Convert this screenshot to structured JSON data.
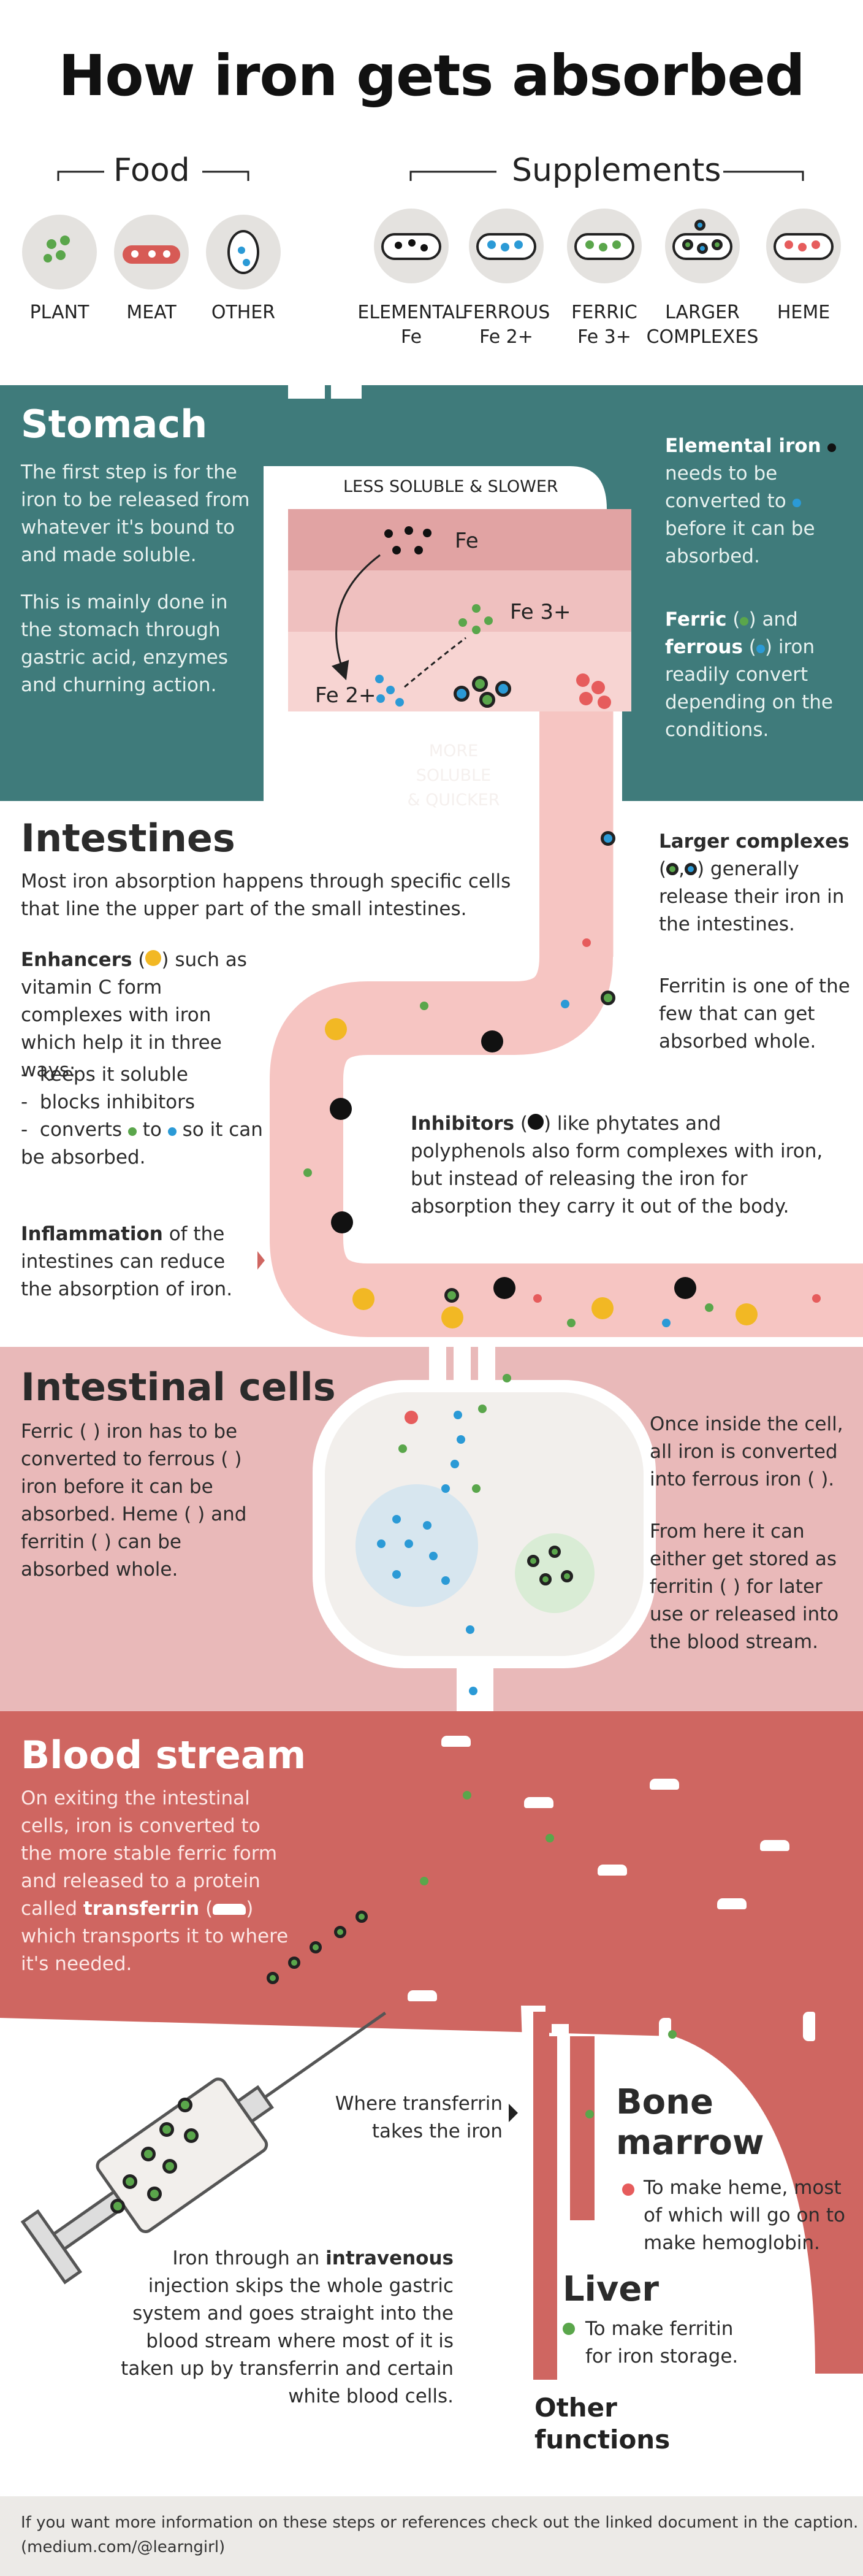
{
  "title": "How iron gets absorbed",
  "headers": {
    "food": "Food",
    "supplements": "Supplements"
  },
  "food_items": [
    {
      "label": "PLANT",
      "icon": "plant-icon"
    },
    {
      "label": "MEAT",
      "icon": "meat-icon"
    },
    {
      "label": "OTHER",
      "icon": "drop-icon"
    }
  ],
  "supplement_items": [
    {
      "label1": "ELEMENTAL",
      "label2": "Fe",
      "icon": "pill-black-dots-icon"
    },
    {
      "label1": "FERROUS",
      "label2": "Fe 2+",
      "icon": "pill-blue-dots-icon"
    },
    {
      "label1": "FERRIC",
      "label2": "Fe 3+",
      "icon": "pill-green-dots-icon"
    },
    {
      "label1": "LARGER",
      "label2": "COMPLEXES",
      "icon": "pill-complex-icon"
    },
    {
      "label1": "HEME",
      "label2": "",
      "icon": "pill-red-dots-icon"
    }
  ],
  "stomach": {
    "title": "Stomach",
    "p1": "The first step is for the iron to be released from whatever it's bound to and made soluble.",
    "p2": "This is mainly done in the stomach through gastric acid, enzymes and churning action.",
    "top_label": "LESS SOLUBLE & SLOWER",
    "bottom_label1": "MORE SOLUBLE",
    "bottom_label2": "& QUICKER",
    "fe": "Fe",
    "fe3": "Fe 3+",
    "fe2": "Fe 2+",
    "right1_bold": "Elemental iron",
    "right1_a": "needs to be converted to",
    "right1_b": "before it can be absorbed.",
    "right2_bold1": "Ferric",
    "right2_and": "and",
    "right2_bold2": "ferrous",
    "right2_iron": "iron",
    "right2_rest": "readily convert depending on the conditions."
  },
  "intestines": {
    "title": "Intestines",
    "intro": "Most iron absorption happens through specific cells that line the upper part of the small intestines.",
    "enh_bold": "Enhancers",
    "enh_rest1": "such as",
    "enh_rest2": "vitamin C form complexes with iron which help it in three ways:",
    "bullet1": "keeps it soluble",
    "bullet2": "blocks inhibitors",
    "bullet3a": "converts",
    "bullet3b": "to",
    "bullet3c": "so it can be absorbed.",
    "infl_bold": "Inflammation",
    "infl_rest": "of the intestines can reduce the absorption of iron.",
    "lc_bold": "Larger complexes",
    "lc_rest": "generally release their iron in the intestines.",
    "ferritin": "Ferritin is one of the few that can get absorbed whole.",
    "inh_bold": "Inhibitors",
    "inh_rest": "like phytates and polyphenols also form complexes with iron, but instead of releasing the iron for absorption they carry it out of the body."
  },
  "cells": {
    "title": "Intestinal cells",
    "left": "Ferric ( ) iron has to be converted to ferrous ( ) iron before it can be absorbed. Heme ( ) and ferritin ( ) can be absorbed whole.",
    "right1": "Once inside the cell, all iron is converted into ferrous iron ( ).",
    "right2": "From here it can either get stored as ferritin ( ) for later use or released into the blood stream."
  },
  "blood": {
    "title": "Blood stream",
    "p1": "On exiting the intestinal cells, iron is converted to the more stable ferric form and released to a protein called",
    "transferrin": "transferrin",
    "p2": "which transports it to where it's needed.",
    "where": "Where transferrin takes the iron",
    "iv_a": "Iron through an",
    "iv_bold": "intravenous",
    "iv_b": "injection skips the whole gastric system and goes straight into the blood stream where most of it is taken up by transferrin and certain white blood cells.",
    "bone_title": "Bone marrow",
    "bone_text": "To make heme, most of which will go on to make hemoglobin.",
    "liver_title": "Liver",
    "liver_text": "To make ferritin for iron storage.",
    "other_title": "Other functions"
  },
  "footer": {
    "line1": "If you want more information on these steps or references check out the linked document in the caption.",
    "line2": "(medium.com/@learngirl)"
  },
  "colors": {
    "teal": "#3f7b7b",
    "pink_band": "#e9b9b9",
    "blood_red": "#cf6661",
    "tube_pink": "#f6c5c2"
  }
}
